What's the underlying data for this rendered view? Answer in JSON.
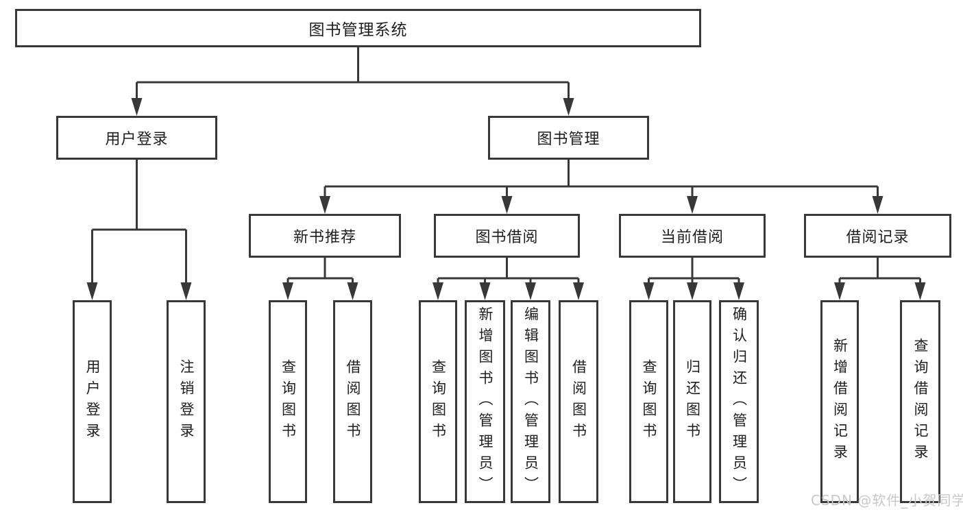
{
  "diagram": {
    "root": {
      "label": "图书管理系统"
    },
    "level2": [
      {
        "label": "用户登录",
        "parent": "图书管理系统"
      },
      {
        "label": "图书管理",
        "parent": "图书管理系统"
      }
    ],
    "level3": [
      {
        "label": "新书推荐",
        "parent": "图书管理"
      },
      {
        "label": "图书借阅",
        "parent": "图书管理"
      },
      {
        "label": "当前借阅",
        "parent": "图书管理"
      },
      {
        "label": "借阅记录",
        "parent": "图书管理"
      }
    ],
    "leaves": [
      {
        "label": "用户登录",
        "parent": "用户登录"
      },
      {
        "label": "注销登录",
        "parent": "用户登录"
      },
      {
        "label": "查询图书",
        "parent": "新书推荐"
      },
      {
        "label": "借阅图书",
        "parent": "新书推荐"
      },
      {
        "label": "查询图书",
        "parent": "图书借阅"
      },
      {
        "label": "新增图书（管理员）",
        "parent": "图书借阅"
      },
      {
        "label": "编辑图书（管理员）",
        "parent": "图书借阅"
      },
      {
        "label": "借阅图书",
        "parent": "图书借阅"
      },
      {
        "label": "查询图书",
        "parent": "当前借阅"
      },
      {
        "label": "归还图书",
        "parent": "当前借阅"
      },
      {
        "label": "确认归还（管理员）",
        "parent": "当前借阅"
      },
      {
        "label": "新增借阅记录",
        "parent": "借阅记录"
      },
      {
        "label": "查询借阅记录",
        "parent": "借阅记录"
      }
    ],
    "colors": {
      "line": "#383838",
      "box_border": "#383838",
      "box_fill": "#ffffff",
      "text": "#1e1e1e",
      "background": "#ffffff",
      "watermark": "#c8c8c8"
    }
  },
  "watermark": {
    "text": "CSDN @软件_小贺同学"
  }
}
